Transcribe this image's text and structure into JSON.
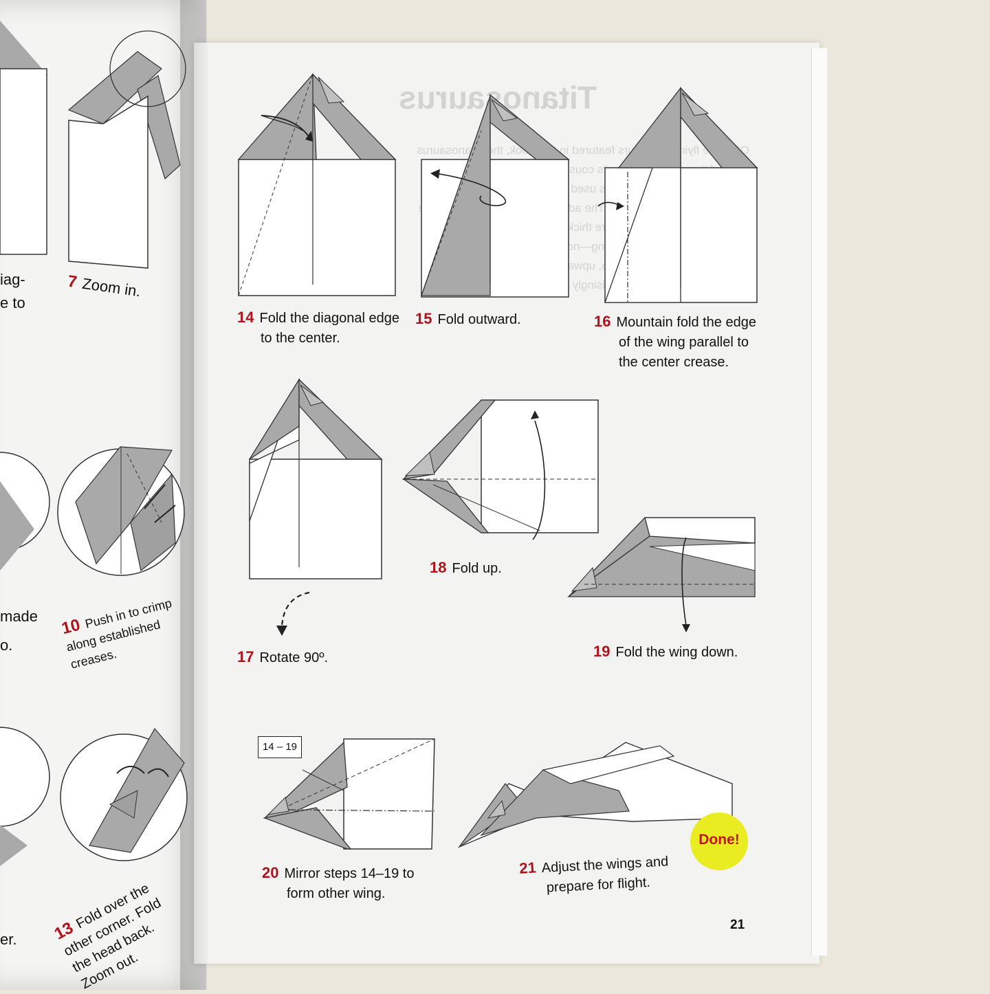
{
  "ghost_text": {
    "title": "Titanosaurus",
    "body": "Of all the flying dinosaurs featured in this book, the Titanosaurus needed the most fuel. Like its cousin, the aptly named Giraffatitan, the Titanosaurus used its long neck to eat leaves from giant prehistoric trees. The adult Titanosaurus was the size of three elephants. They were thick-headed, slow moving, and spent most of their lives eating—not a bad deal. With the wings level, give this plane a sharp, upward toss, and the paper Titanosaurus will glide surprisingly well."
  },
  "left_page": {
    "fragments": [
      "iag-",
      "e to",
      "made",
      "o.",
      "er."
    ],
    "steps": [
      {
        "num": "7",
        "text": "Zoom in."
      },
      {
        "num": "10",
        "text": "Push in to crimp along established creases."
      },
      {
        "num": "13",
        "text": "Fold over the other corner. Fold the head back. Zoom out."
      }
    ]
  },
  "steps": [
    {
      "num": "14",
      "line1": "Fold the diagonal edge",
      "line2": "to the center."
    },
    {
      "num": "15",
      "line1": "Fold outward.",
      "line2": ""
    },
    {
      "num": "16",
      "line1": "Mountain fold the edge",
      "line2": "of the wing parallel to",
      "line3": "the center crease."
    },
    {
      "num": "17",
      "line1": "Rotate 90º.",
      "line2": ""
    },
    {
      "num": "18",
      "line1": "Fold up.",
      "line2": ""
    },
    {
      "num": "19",
      "line1": "Fold the wing down.",
      "line2": ""
    },
    {
      "num": "20",
      "line1": "Mirror steps 14–19 to",
      "line2": "form other wing."
    },
    {
      "num": "21",
      "line1": "Adjust the wings and",
      "line2": "prepare for flight."
    }
  ],
  "ref_label": "14 – 19",
  "done_badge": "Done!",
  "page_number": "21",
  "colors": {
    "step_number": "#b0121b",
    "paper_gray": "#a9a9a9",
    "badge": "#e8ec21"
  }
}
